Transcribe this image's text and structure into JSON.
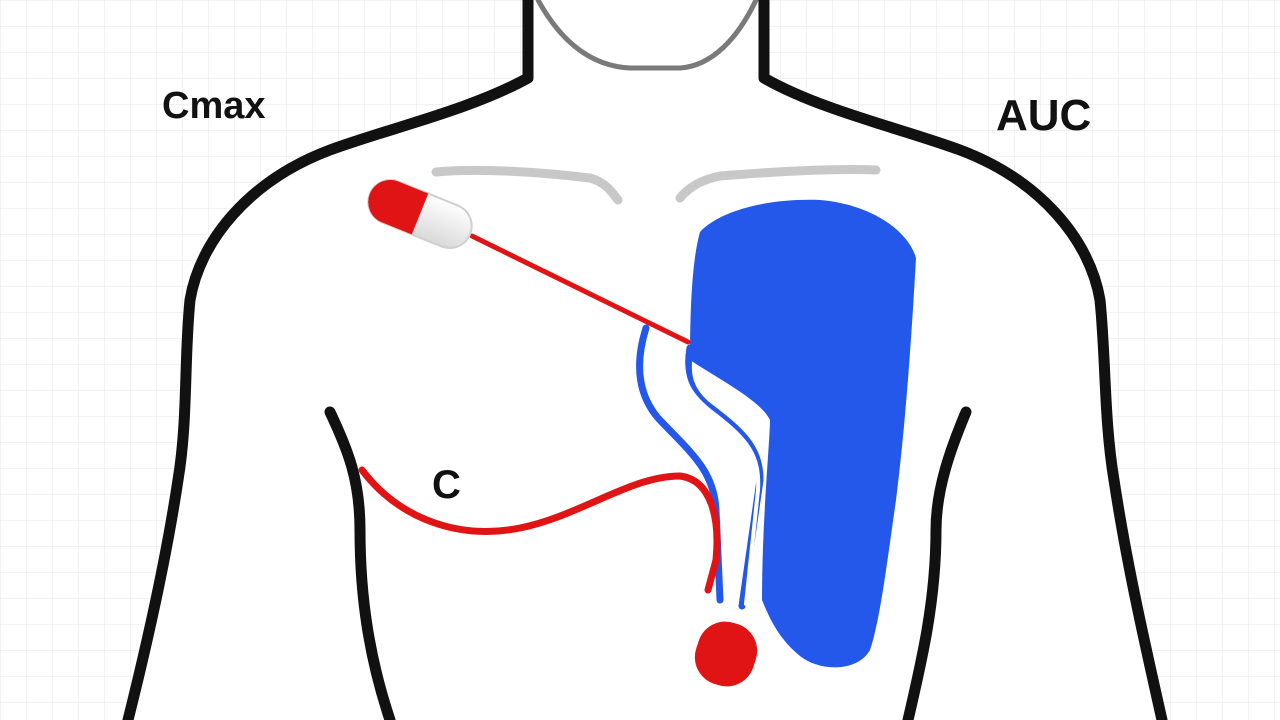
{
  "labels": {
    "cmax": "Cmax",
    "auc": "AUC",
    "c": "C"
  },
  "colors": {
    "background": "#ffffff",
    "grid": "#e6e6e6",
    "body_outline": "#111111",
    "collarbone": "#c8c8c8",
    "neck_line": "#7a7a7a",
    "red": "#e01414",
    "blue": "#2458ea",
    "capsule_white": "#f2f2f2"
  },
  "icons": {
    "capsule": "capsule-icon",
    "organ": "organ-shape",
    "drop": "drop-icon"
  }
}
